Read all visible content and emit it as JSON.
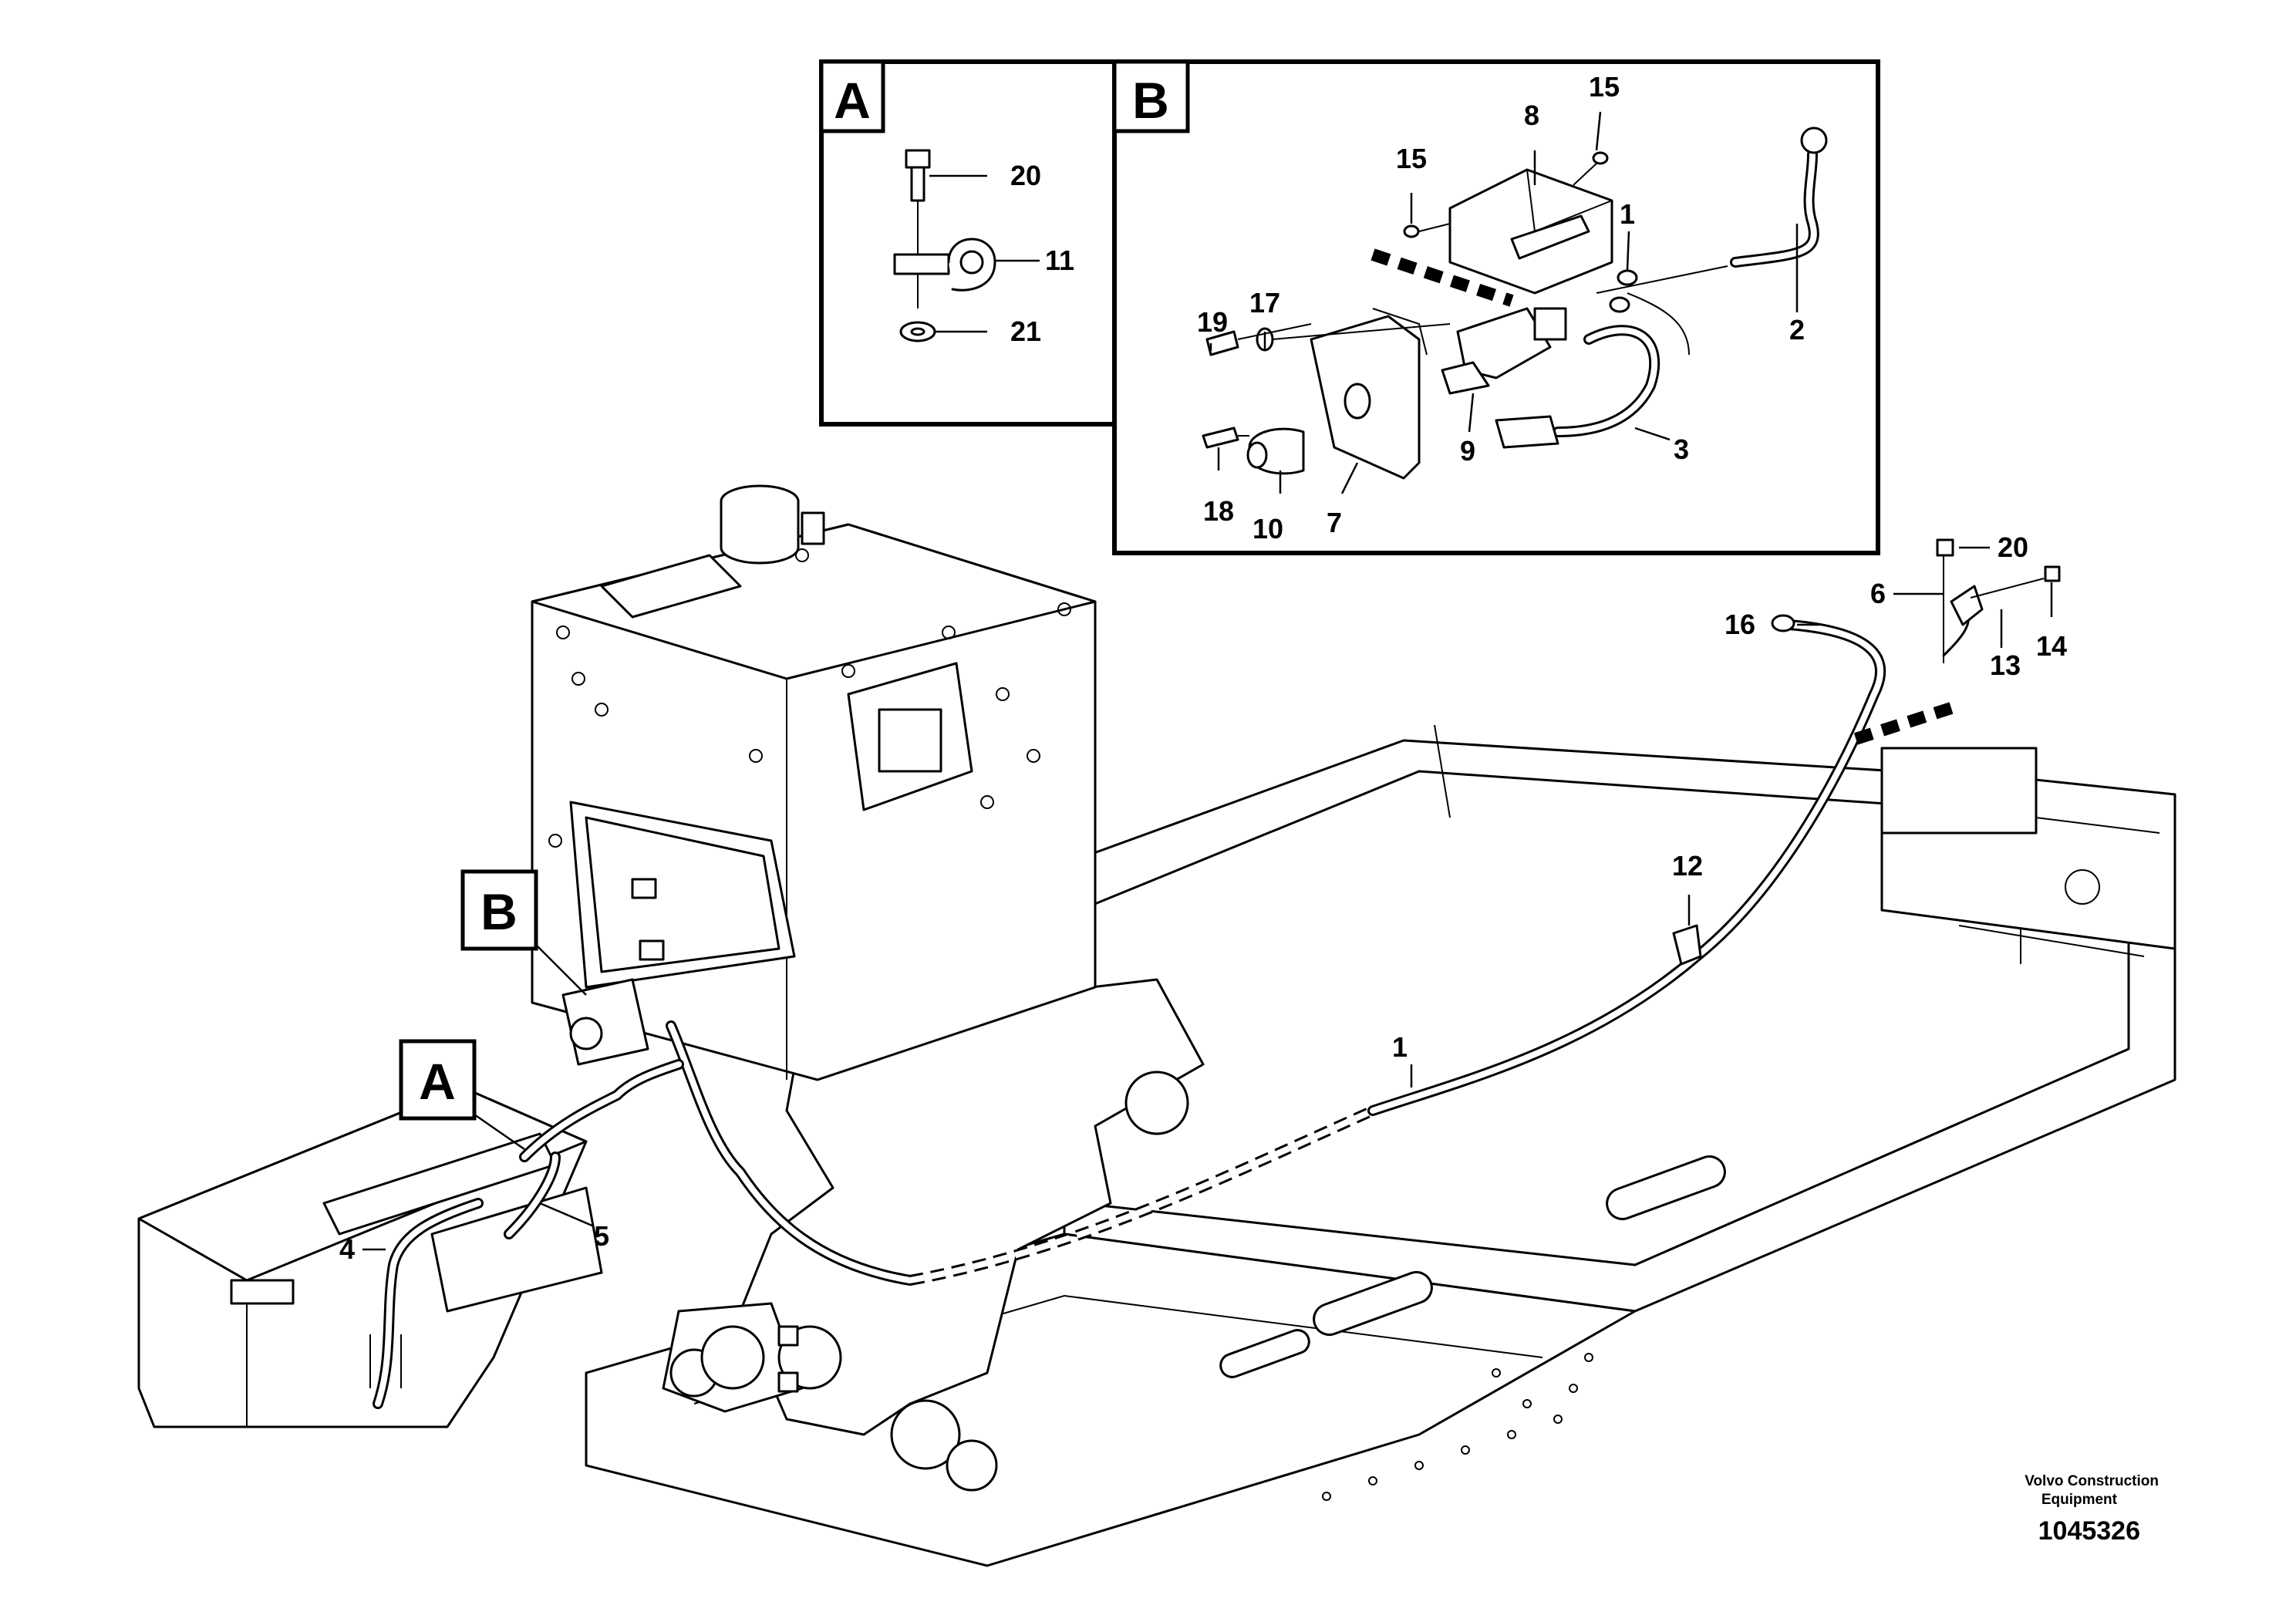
{
  "views": {
    "a": {
      "label": "A"
    },
    "b": {
      "label": "B"
    }
  },
  "callouts": {
    "c1_main": "1",
    "c1_detail": "1",
    "c2": "2",
    "c3": "3",
    "c4": "4",
    "c5": "5",
    "c6": "6",
    "c7": "7",
    "c8": "8",
    "c9": "9",
    "c10": "10",
    "c11": "11",
    "c12": "12",
    "c13": "13",
    "c14": "14",
    "c15_a": "15",
    "c15_b": "15",
    "c16": "16",
    "c17": "17",
    "c18": "18",
    "c19": "19",
    "c20_detail": "20",
    "c20_main": "20",
    "c21": "21"
  },
  "footer": {
    "brand_line1": "Volvo Construction",
    "brand_line2": "Equipment",
    "drawing_number": "1045326"
  }
}
